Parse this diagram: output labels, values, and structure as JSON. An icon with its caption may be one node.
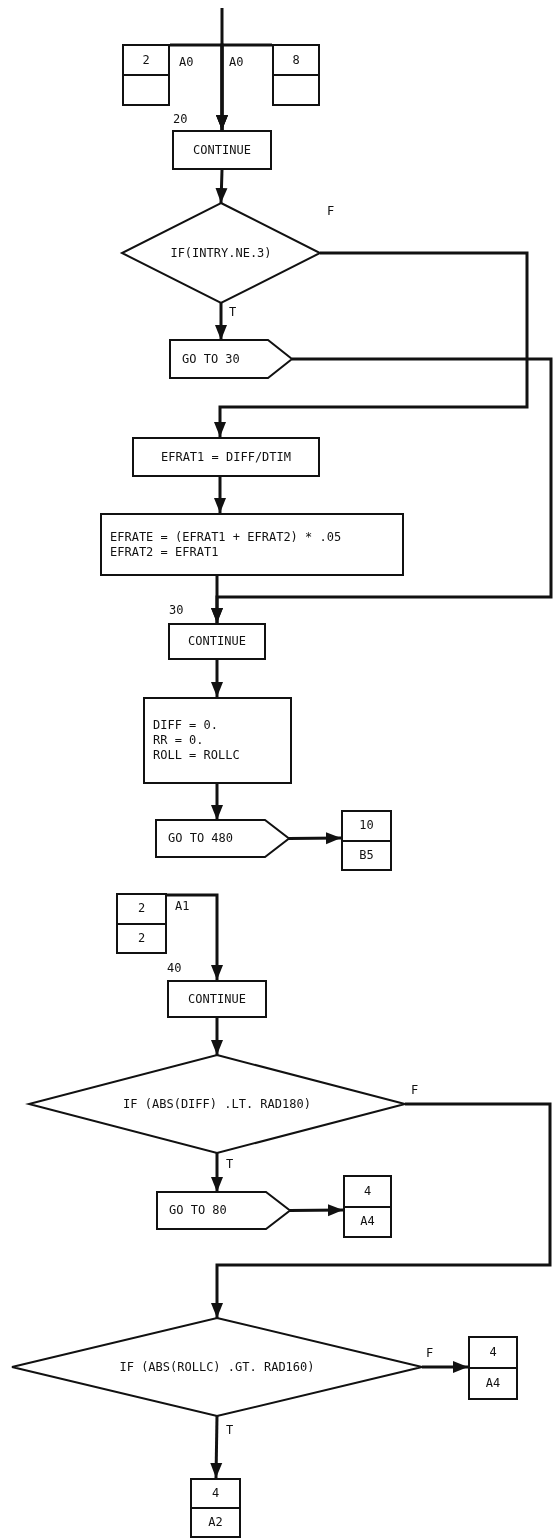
{
  "diagram": {
    "nodes": [
      {
        "text": [
          "2"
        ],
        "beside": [
          "A0"
        ]
      },
      {
        "text": [
          "8"
        ],
        "beside": [
          "A0"
        ]
      },
      {
        "text": [
          "CONTINUE"
        ],
        "beside": [
          "20"
        ]
      },
      {
        "text": [
          "IF(INTRY.NE.3)"
        ]
      },
      {
        "text": [
          "GO TO 30"
        ]
      },
      {
        "text": [
          "EFRAT1 = DIFF/DTIM"
        ]
      },
      {
        "text": [
          "EFRATE = (EFRAT1 + EFRAT2) * .05",
          "EFRAT2 = EFRAT1"
        ]
      },
      {
        "text": [
          "CONTINUE"
        ],
        "beside": [
          "30"
        ]
      },
      {
        "text": [
          "DIFF = 0.",
          "RR = 0.",
          "ROLL = ROLLC"
        ]
      },
      {
        "text": [
          "GO TO 480"
        ]
      },
      {
        "text": [
          "10",
          "B5"
        ]
      },
      {
        "text": [
          "2",
          "2"
        ],
        "beside": [
          "A1"
        ]
      },
      {
        "text": [
          "CONTINUE"
        ],
        "beside": [
          "40"
        ]
      },
      {
        "text": [
          "IF (ABS(DIFF) .LT. RAD180)"
        ]
      },
      {
        "text": [
          "GO TO 80"
        ]
      },
      {
        "text": [
          "4",
          "A4"
        ]
      },
      {
        "text": [
          "IF (ABS(ROLLC) .GT. RAD160)"
        ]
      },
      {
        "text": [
          "4",
          "A4"
        ]
      },
      {
        "text": [
          "4",
          "A2"
        ]
      }
    ],
    "edges": [
      {
        "from": null,
        "to": 2,
        "arrow": "to"
      },
      {
        "from": 0,
        "to": 2,
        "arrow": "to"
      },
      {
        "from": 1,
        "to": 2,
        "arrow": "to"
      },
      {
        "from": 2,
        "to": 3,
        "arrow": "to"
      },
      {
        "from": 3,
        "to": 4,
        "arrow": "to",
        "label": "T"
      },
      {
        "from": 3,
        "to": 5,
        "arrow": "to",
        "label": "F"
      },
      {
        "from": 4,
        "to": 7,
        "arrow": "to"
      },
      {
        "from": 5,
        "to": 6,
        "arrow": "to"
      },
      {
        "from": 6,
        "to": 7,
        "arrow": "to"
      },
      {
        "from": 7,
        "to": 8,
        "arrow": "to"
      },
      {
        "from": 8,
        "to": 9,
        "arrow": "to"
      },
      {
        "from": 9,
        "to": 10,
        "arrow": "to"
      },
      {
        "from": 11,
        "to": 12,
        "arrow": "to"
      },
      {
        "from": 12,
        "to": 13,
        "arrow": "to"
      },
      {
        "from": 13,
        "to": 14,
        "arrow": "to",
        "label": "T"
      },
      {
        "from": 14,
        "to": 15,
        "arrow": "to"
      },
      {
        "from": 13,
        "to": 16,
        "arrow": "to",
        "label": "F"
      },
      {
        "from": 16,
        "to": 17,
        "arrow": "to",
        "label": "F"
      },
      {
        "from": 16,
        "to": 18,
        "arrow": "to",
        "label": "T"
      }
    ]
  }
}
